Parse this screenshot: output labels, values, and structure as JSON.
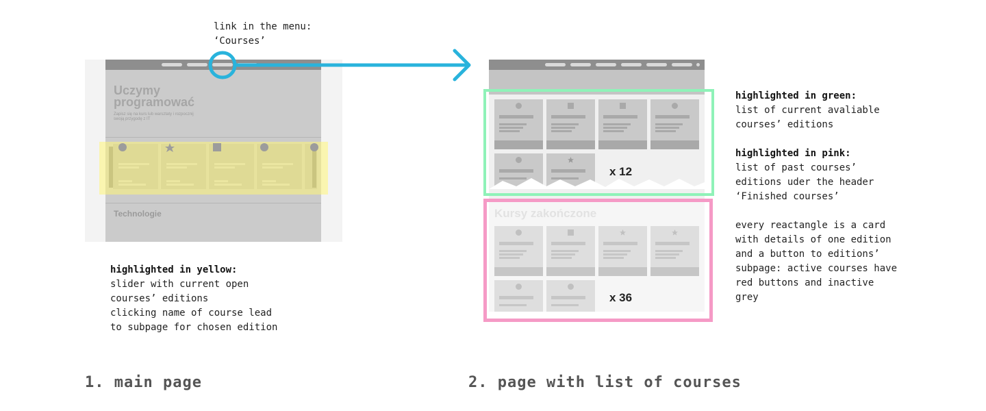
{
  "annotation_top": {
    "line1": "link in the menu:",
    "line2": "‘Courses’"
  },
  "main_page": {
    "hero_title_line1": "Uczymy",
    "hero_title_line2": "programować",
    "hero_sub_line1": "Zapisz się na kurs lub warsztaty i rozpocznij",
    "hero_sub_line2": "swoją przygodę z IT",
    "section_label": "Technologie"
  },
  "yellow_note": {
    "heading": "highlighted in yellow:",
    "lines": [
      "slider with current open",
      "courses’ editions",
      "clicking name of course lead",
      "to subpage for chosen edition"
    ]
  },
  "list_page": {
    "current_count": "x 12",
    "finished_header": "Kursy zakończone",
    "past_count": "x 36"
  },
  "right_note": {
    "green_heading": "highlighted in green:",
    "green_lines": [
      "list of current avaliable",
      "courses’ editions"
    ],
    "pink_heading": "highlighted in pink:",
    "pink_lines": [
      "list of past courses’",
      "editions uder the header",
      "‘Finished courses’"
    ],
    "card_lines": [
      "every reactangle is a card",
      "with details of one edition",
      "and a button to editions’",
      "subpage: active courses have",
      "red buttons and inactive",
      "grey"
    ]
  },
  "captions": {
    "left": "1. main page",
    "right": "2. page with list of courses"
  },
  "colors": {
    "arrow": "#29b3dc",
    "yellow_highlight": "#fff678",
    "green_highlight": "#8ff2b8",
    "pink_highlight": "#f59ac6"
  }
}
